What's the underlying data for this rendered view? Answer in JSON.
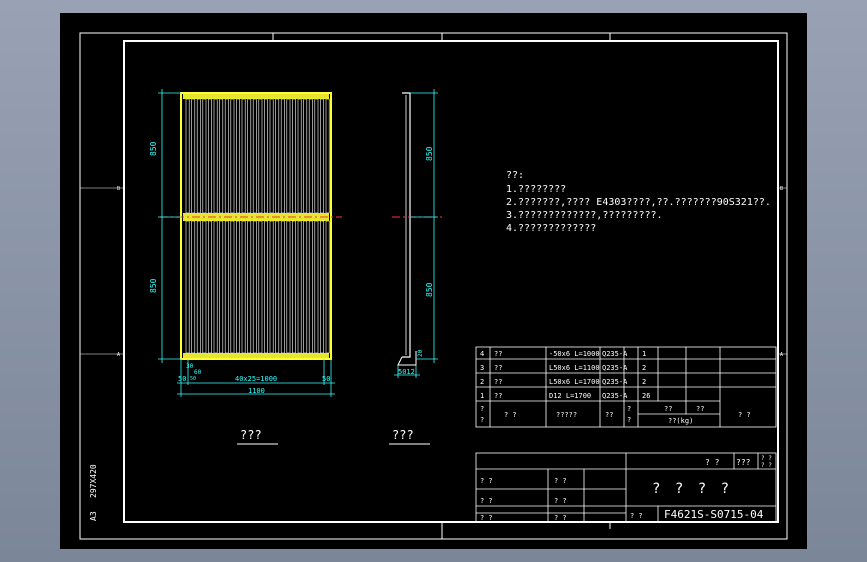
{
  "drawing": {
    "view_labels": {
      "left": "???",
      "right": "???"
    },
    "dims": {
      "left_upper_height": "850",
      "left_lower_height": "850",
      "right_upper_height": "850",
      "right_lower_height": "850",
      "spacing_total": "40x25=1000",
      "overall_width": "1100",
      "edge_left": "50",
      "edge_right": "50",
      "bottom_small_a": "30",
      "bottom_small_b": "60",
      "bottom_small_c": "50",
      "right_bottom": "5012",
      "right_bottom_side": "20"
    },
    "margin_labels": {
      "b1": "B",
      "b2": "B",
      "a1": "A",
      "a2": "A"
    },
    "sheet_size_note": "297X420",
    "corner_note": "A3"
  },
  "notes": {
    "heading": "??:",
    "lines": [
      "1.????????",
      "2.???????,???? E4303????,??.???????90S321??.",
      "3.?????????????,?????????.",
      "4.?????????????"
    ]
  },
  "bom": {
    "rows": [
      {
        "no": "4",
        "name": "??",
        "spec": "-50x6 L=1000",
        "material": "Q235-A",
        "qty": "1"
      },
      {
        "no": "3",
        "name": "??",
        "spec": "L50x6 L=1100",
        "material": "Q235-A",
        "qty": "2"
      },
      {
        "no": "2",
        "name": "??",
        "spec": "L50x6 L=1700",
        "material": "Q235-A",
        "qty": "2"
      },
      {
        "no": "1",
        "name": "??",
        "spec": "D12 L=1700",
        "material": "Q235-A",
        "qty": "26"
      }
    ],
    "header": {
      "no": "?\n?",
      "name": "?   ?",
      "spec": "?????",
      "material": "??",
      "qty": "?\n?",
      "weight_single": "??",
      "weight_total": "??",
      "weight_unit": "??(kg)",
      "remark": "?  ?"
    }
  },
  "title_block": {
    "top_right_a": "?  ?",
    "top_right_b": "???",
    "top_right_c": "? ?\n? ?",
    "main_title": "? ? ? ?",
    "left_cells": [
      "?  ?",
      "?  ?",
      "?  ?"
    ],
    "mid_cells": [
      "?  ?",
      "?  ?",
      "?  ?"
    ],
    "scale_label": "?  ?",
    "drawing_no": "F4621S-S0715-04"
  }
}
